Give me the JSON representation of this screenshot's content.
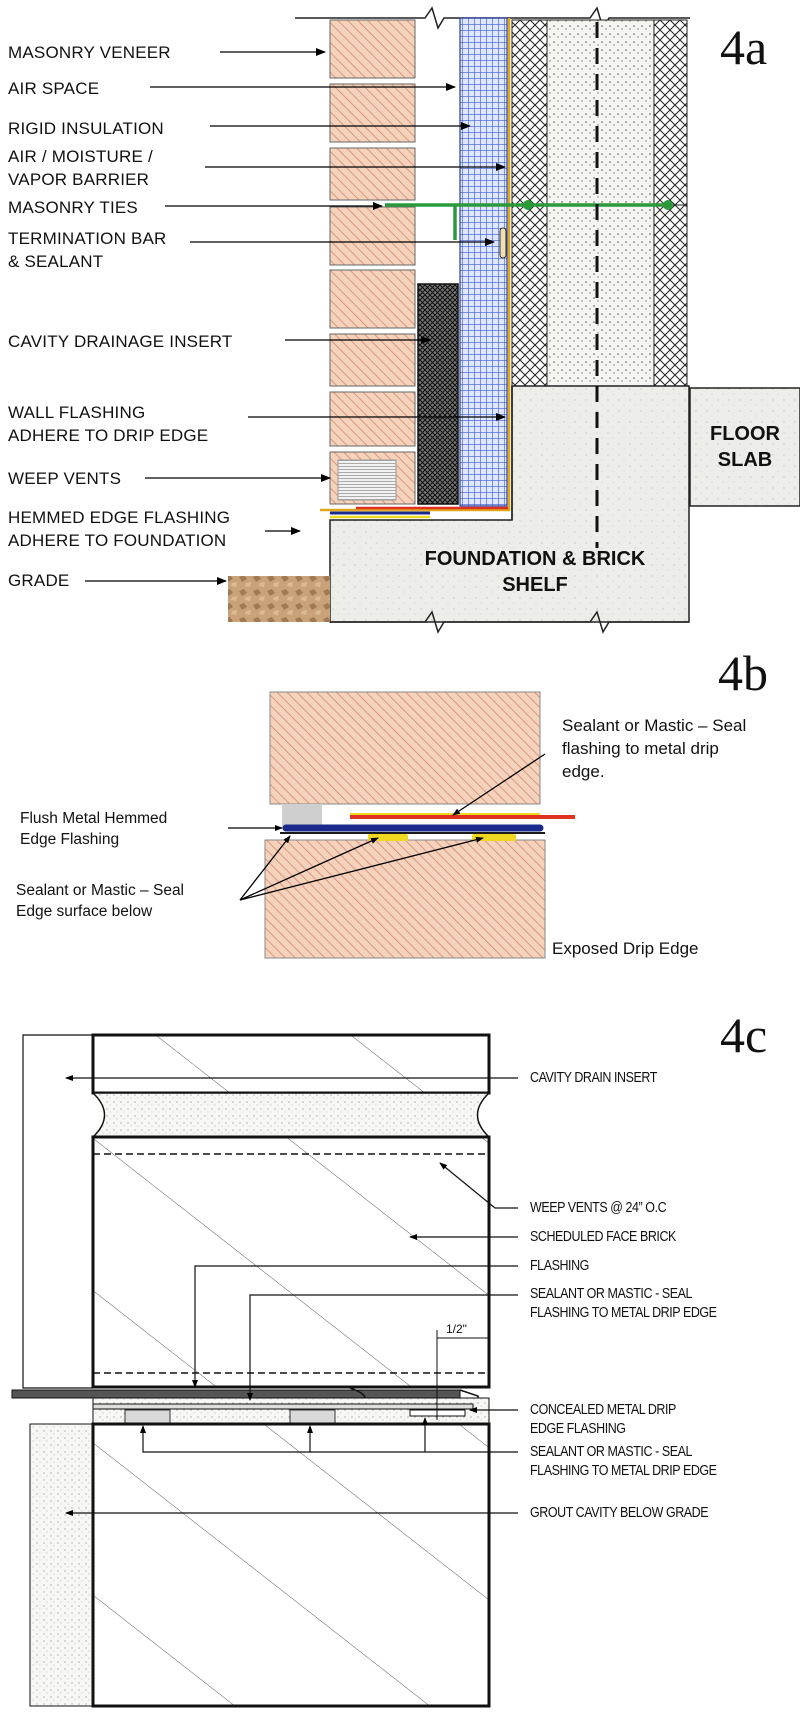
{
  "panel_4a": {
    "id": "4a",
    "labels": {
      "masonry_veneer": "MASONRY VENEER",
      "air_space": "AIR SPACE",
      "rigid_insulation": "RIGID INSULATION",
      "barrier": "AIR / MOISTURE /\nVAPOR BARRIER",
      "masonry_ties": "MASONRY TIES",
      "termination_bar": "TERMINATION BAR\n& SEALANT",
      "cavity_drainage": "CAVITY DRAINAGE INSERT",
      "wall_flashing": "WALL FLASHING\nADHERE TO DRIP EDGE",
      "weep_vents": "WEEP VENTS",
      "hemmed_edge": "HEMMED EDGE FLASHING\nADHERE TO FOUNDATION",
      "grade": "GRADE"
    },
    "floor_slab": "FLOOR\nSLAB",
    "foundation": "FOUNDATION &\nBRICK SHELF"
  },
  "panel_4b": {
    "id": "4b",
    "labels": {
      "sealant_top": "Sealant or Mastic – Seal\nflashing to metal drip\nedge.",
      "flush_metal": "Flush Metal Hemmed\nEdge Flashing",
      "sealant_bottom": "Sealant or Mastic – Seal\nEdge surface below",
      "exposed_drip": "Exposed Drip Edge"
    }
  },
  "panel_4c": {
    "id": "4c",
    "dimension": "1/2\"",
    "labels": {
      "cavity_drain": "CAVITY DRAIN INSERT",
      "weep_vents": "WEEP VENTS @ 24” O.C",
      "face_brick": "SCHEDULED FACE BRICK",
      "flashing": "FLASHING",
      "sealant_1": "SEALANT OR MASTIC - SEAL\nFLASHING TO METAL DRIP EDGE",
      "concealed": "CONCEALED METAL DRIP\nEDGE FLASHING",
      "sealant_2": "SEALANT OR MASTIC - SEAL\nFLASHING TO METAL DRIP EDGE",
      "grout": "GROUT CAVITY BELOW GRADE"
    }
  },
  "colors": {
    "brick": "#f2cbb0",
    "brick_hatch": "#cf7f66",
    "insulation": "#4060c8",
    "tie": "#2a9a3a",
    "flashing_red": "#e03020",
    "flashing_yellow": "#f0d820",
    "flashing_blue": "#1a2a8a",
    "concrete": "#eeeeea"
  }
}
